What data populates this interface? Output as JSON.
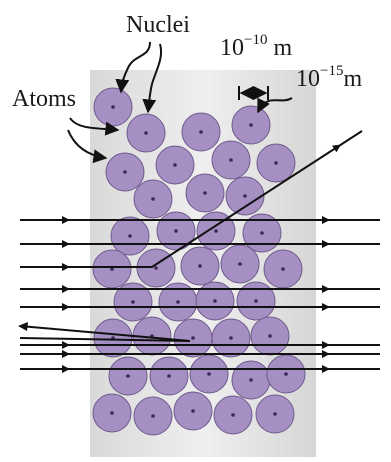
{
  "labels": {
    "nuclei": "Nuclei",
    "atoms": "Atoms",
    "atom_size": {
      "base": "10",
      "exponent": "−10",
      "unit": " m"
    },
    "nucleus_size": {
      "base": "10",
      "exponent": "−15",
      "unit": "m"
    }
  },
  "colors": {
    "atom_fill": "#a58fc3",
    "atom_stroke": "#6f5b8c",
    "nucleus_dot": "#3b2a55",
    "foil": "#e6e6e6",
    "line": "#111111"
  }
}
